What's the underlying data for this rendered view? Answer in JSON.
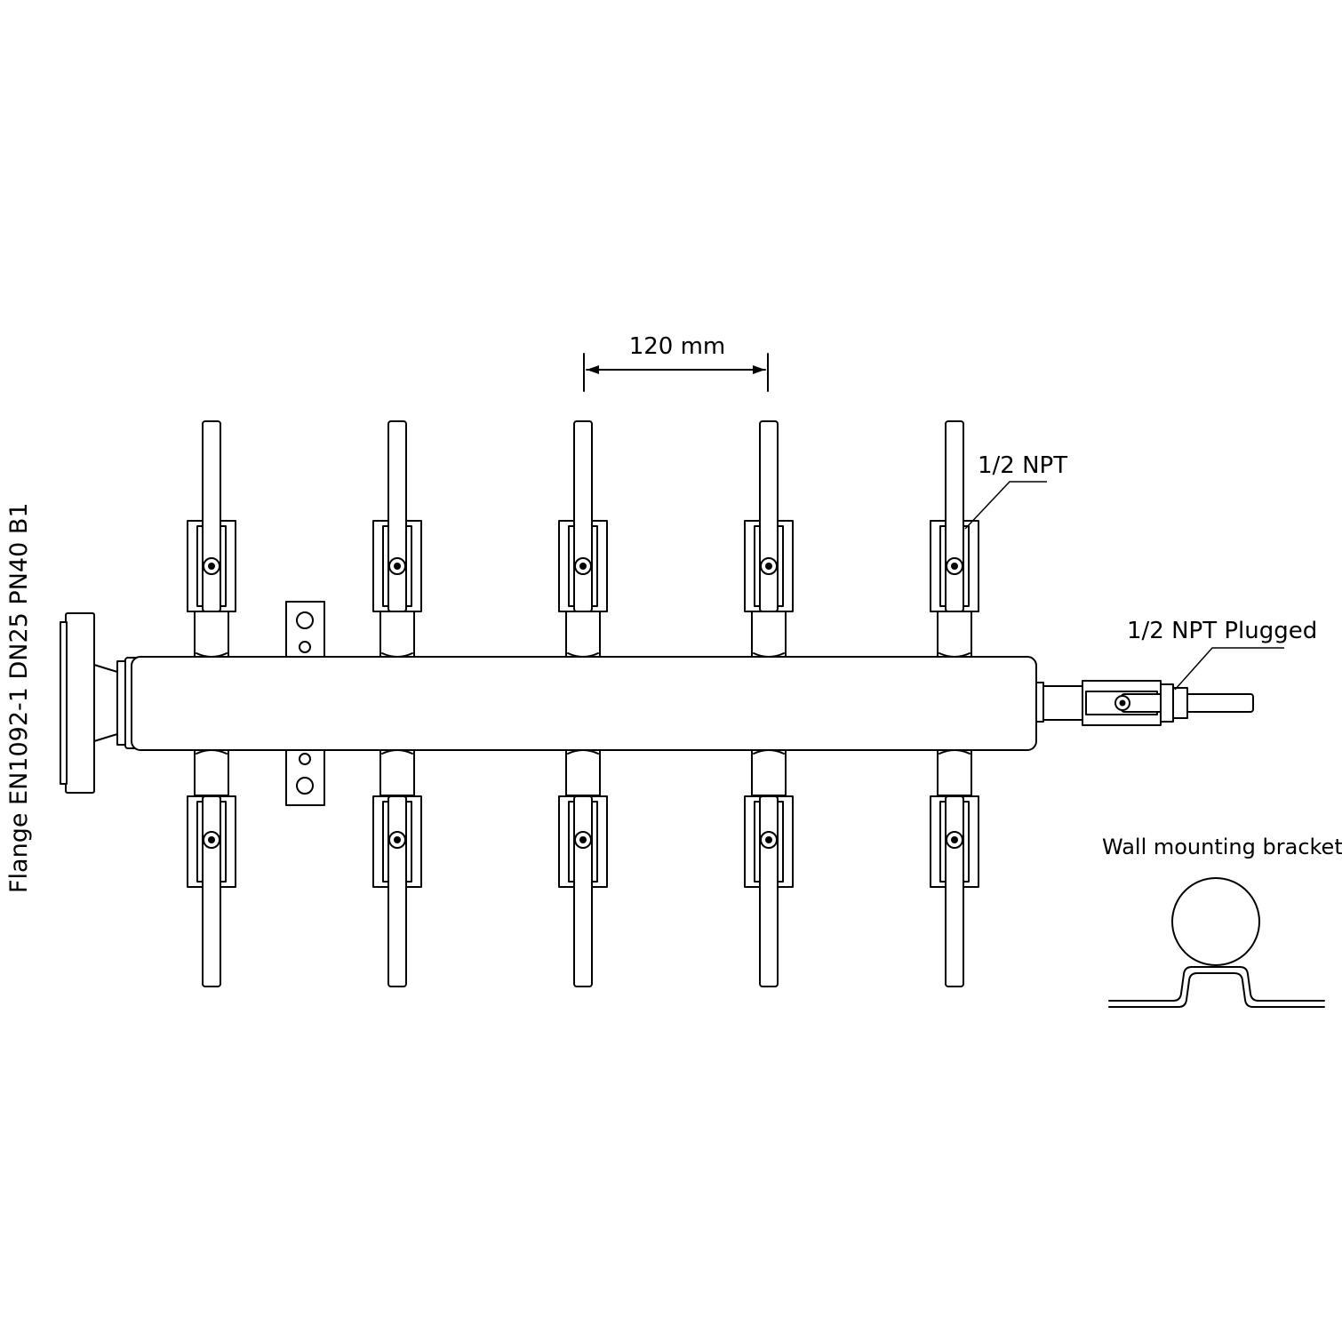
{
  "labels": {
    "flange": "Flange EN1092-1 DN25 PN40 B1",
    "spacing": "120 mm",
    "npt": "1/2 NPT",
    "npt_plugged": "1/2 NPT Plugged",
    "bracket": "Wall mounting bracket"
  },
  "outlets": {
    "top_count": 5,
    "bottom_count": 5
  },
  "colors": {
    "line": "#000000",
    "background": "#ffffff"
  }
}
